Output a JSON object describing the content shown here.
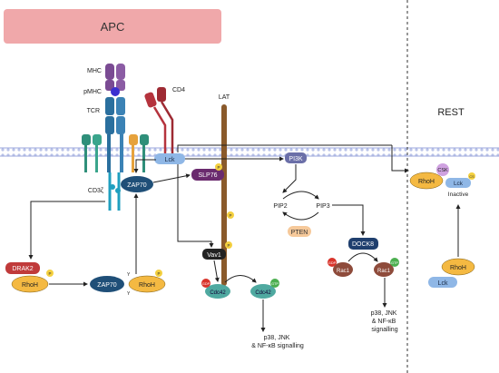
{
  "apc": "APC",
  "rest": "REST",
  "receptors": {
    "mhc": "MHC",
    "pmhc": "pMHC",
    "tcr": "TCR",
    "cd3z": "CD3ζ",
    "cd4": "CD4",
    "lat": "LAT"
  },
  "proteins": {
    "lck": "Lck",
    "zap70": "ZAP70",
    "slp76": "SLP76",
    "pi3k": "PI3K",
    "pip2": "PIP2",
    "pip3": "PIP3",
    "pten": "PTEN",
    "dock8": "DOCK8",
    "rac1": "Rac1",
    "vav1": "Vav1",
    "cdc42": "Cdc42",
    "drak2": "DRAK2",
    "rhoh": "RhoH",
    "csk": "CSK"
  },
  "mods": {
    "p": "P",
    "y": "Y",
    "gdp": "GDP",
    "gtp": "GTP",
    "cs": "CS"
  },
  "labels": {
    "inactive": "Inactive",
    "cdc42_out": [
      "p38, JNK",
      "& NF-κB signalling"
    ],
    "rac1_out": [
      "p38, JNK",
      "& NF-κB",
      "signalling"
    ]
  },
  "colors": {
    "apc": "#f0a8aa",
    "mhc": "#7a4b93",
    "tcr": "#2a6f9e",
    "cd4": "#9e2a33",
    "lat": "#8a5a2b",
    "lck": "#8fb7e6",
    "zap70": "#1f4f78",
    "slp76": "#6a2a6e",
    "pi3k": "#6b6fa8",
    "pten": "#f6c99a",
    "dock8": "#1f3f6e",
    "rac1": "#8e4b3b",
    "cdc42": "#4fa9a0",
    "vav1": "#222222",
    "drak2": "#c03a3a",
    "rhoh": "#f4b942",
    "csk": "#cfa1e0",
    "p": "#f4d03f",
    "gdp": "#d9342b",
    "gtp": "#4caf50"
  }
}
